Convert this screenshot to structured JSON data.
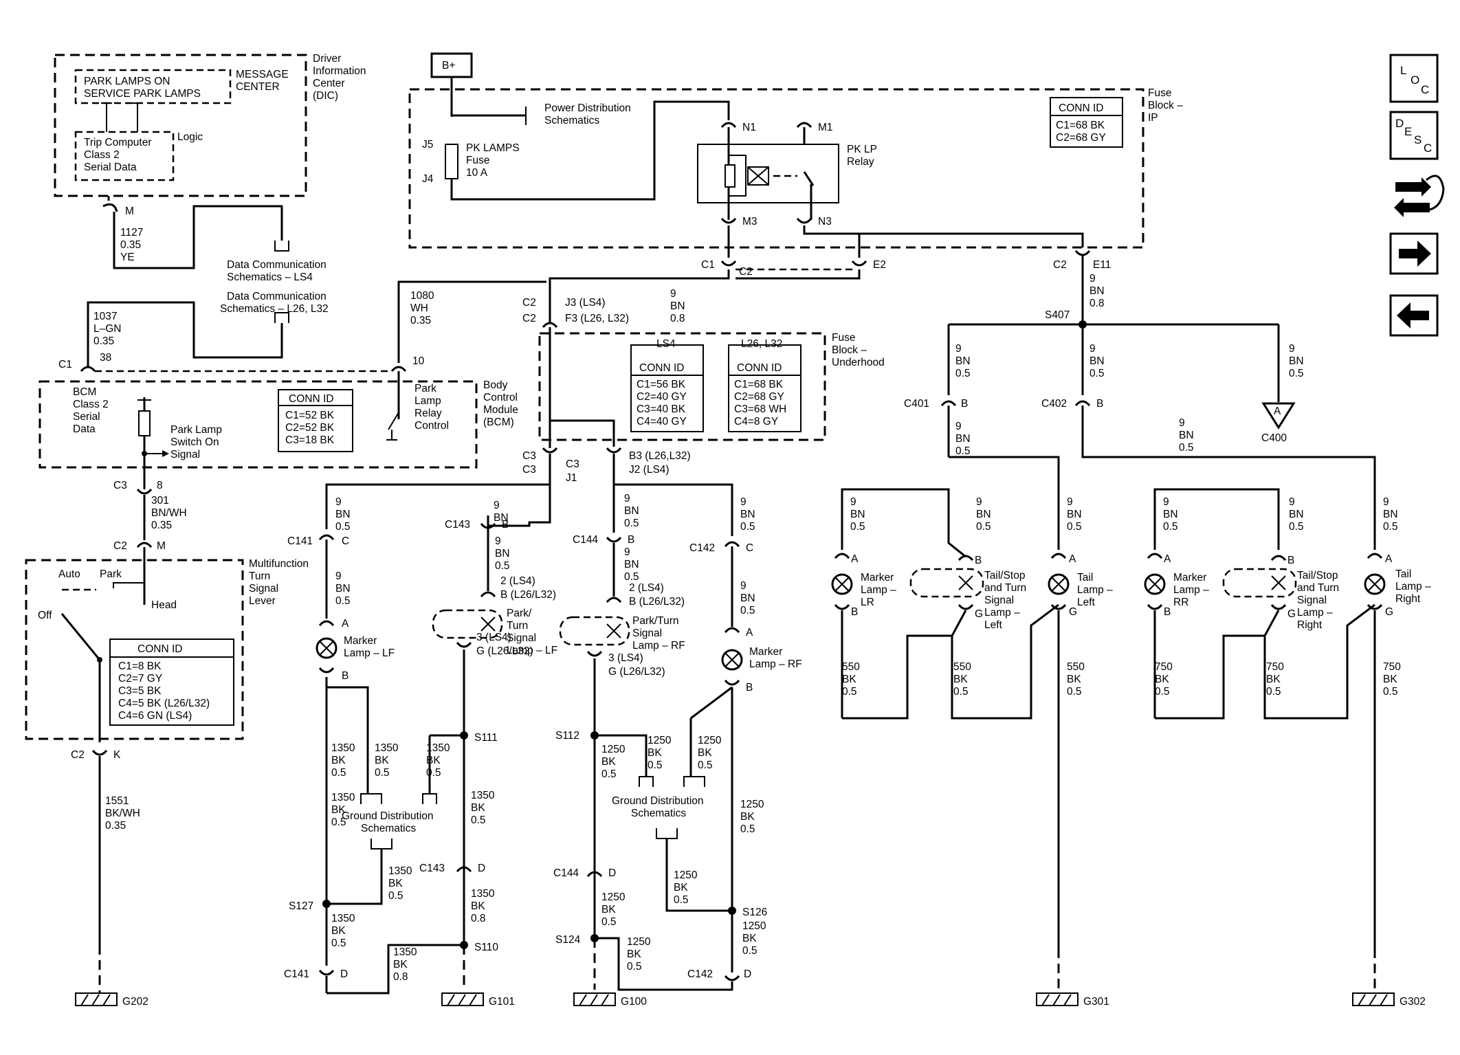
{
  "dic": {
    "title": [
      "Driver",
      "Information",
      "Center",
      "(DIC)"
    ],
    "msg": [
      "PARK LAMPS ON",
      "SERVICE PARK LAMPS"
    ],
    "msg_center": [
      "MESSAGE",
      "CENTER"
    ],
    "trip": [
      "Trip Computer",
      "Class 2",
      "Serial Data"
    ],
    "logic": "Logic",
    "pin": "M"
  },
  "w1127": [
    "1127",
    "0.35",
    "YE"
  ],
  "data_comm1": [
    "Data Communication",
    "Schematics – LS4"
  ],
  "data_comm2": [
    "Data Communication",
    "Schematics – L26, L32"
  ],
  "w1037": [
    "1037",
    "L–GN",
    "0.35"
  ],
  "w1080": [
    "1080",
    "WH",
    "0.35"
  ],
  "bcm": {
    "c1": "C1",
    "pin38": "38",
    "pin10": "10",
    "label": [
      "BCM",
      "Class 2",
      "Serial",
      "Data"
    ],
    "switch": [
      "Park Lamp",
      "Switch On",
      "Signal"
    ],
    "relay_ctl": [
      "Park",
      "Lamp",
      "Relay",
      "Control"
    ],
    "name": [
      "Body",
      "Control",
      "Module",
      "(BCM)"
    ],
    "conn_title": "CONN ID",
    "conn": [
      "C1=52 BK",
      "C2=52 BK",
      "C3=18 BK"
    ],
    "c3": "C3",
    "pin8": "8"
  },
  "w301": [
    "301",
    "BN/WH",
    "0.35"
  ],
  "mf": {
    "c2": "C2",
    "pinM": "M",
    "auto": "Auto",
    "park": "Park",
    "head": "Head",
    "off": "Off",
    "name": [
      "Multifunction",
      "Turn",
      "Signal",
      "Lever"
    ],
    "conn_title": "CONN ID",
    "conn": [
      "C1=8 BK",
      "C2=7 GY",
      "C3=5 BK",
      "C4=5 BK (L26/L32)",
      "C4=6 GN (LS4)"
    ],
    "c2k": "C2",
    "pinK": "K"
  },
  "w1551": [
    "1551",
    "BK/WH",
    "0.35"
  ],
  "g202": "G202",
  "bplus": "B+",
  "fuse_ip": {
    "pwr": [
      "Power Distribution",
      "Schematics"
    ],
    "j5": "J5",
    "j4": "J4",
    "fuse": [
      "PK LAMPS",
      "Fuse",
      "10 A"
    ],
    "n1": "N1",
    "m1": "M1",
    "m3": "M3",
    "n3": "N3",
    "relay": [
      "PK LP",
      "Relay"
    ],
    "conn_title": "CONN ID",
    "conn": [
      "C1=68 BK",
      "C2=68 GY"
    ],
    "name": [
      "Fuse",
      "Block –",
      "IP"
    ],
    "c1": "C1",
    "c2": "C2",
    "e2": "E2",
    "c2b": "C2",
    "e11": "E11"
  },
  "underhood": {
    "c2a": "C2",
    "c2b": "C2",
    "j3": "J3 (LS4)",
    "f3": "F3 (L26, L32)",
    "w9": [
      "9",
      "BN",
      "0.8"
    ],
    "ls4": "LS4",
    "l26": "L26, L32",
    "conn_title": "CONN ID",
    "conn_ls4": [
      "C1=56 BK",
      "C2=40 GY",
      "C3=40 BK",
      "C4=40 GY"
    ],
    "conn_l26": [
      "C1=68 BK",
      "C2=68 GY",
      "C3=68 WH",
      "C4=8 GY"
    ],
    "name": [
      "Fuse",
      "Block –",
      "Underhood"
    ],
    "c3a": "C3",
    "c3b": "C3",
    "c3j": "C3",
    "j1": "J1",
    "b3": "B3 (L26,L32)",
    "j2": "J2 (LS4)"
  },
  "w_e11": [
    "9",
    "BN",
    "0.8"
  ],
  "s407": "S407",
  "rear": {
    "w_c401": [
      "9",
      "BN",
      "0.5"
    ],
    "w_c402": [
      "9",
      "BN",
      "0.5"
    ],
    "w_c400": [
      "9",
      "BN",
      "0.5"
    ],
    "c401": "C401",
    "c402": "C402",
    "pinB1": "B",
    "pinB2": "B",
    "pinA": "A",
    "c400": "C400",
    "w_c401b": [
      "9",
      "BN",
      "0.5"
    ],
    "w_c402b": [
      "9",
      "BN",
      "0.5"
    ]
  },
  "front": {
    "c141": "C141",
    "c141_pin": "C",
    "c143": "C143",
    "c143_pin": "B",
    "c144": "C144",
    "c144_pin": "B",
    "c142": "C142",
    "c142_pin": "C",
    "w9": [
      "9",
      "BN",
      "0.5"
    ],
    "ls4_2": "2 (LS4)",
    "l26_b": "B (L26/L32)",
    "ls4_3": "3 (LS4)",
    "l26_g": "G (L26/L32)",
    "marker_lf": [
      "Marker",
      "Lamp – LF"
    ],
    "park_lf": [
      "Park/",
      "Turn",
      "Signal",
      "Lamp – LF"
    ],
    "park_rf": [
      "Park/Turn",
      "Signal",
      "Lamp – RF"
    ],
    "marker_rf": [
      "Marker",
      "Lamp – RF"
    ],
    "pinA": "A",
    "pinB": "B"
  },
  "gnd_left": {
    "w1350": [
      "1350",
      "BK",
      "0.5"
    ],
    "s111": "S111",
    "s127": "S127",
    "s110": "S110",
    "c143d": "C143",
    "pinD": "D",
    "c141d": "C141",
    "gds": [
      "Ground Distribution",
      "Schematics"
    ],
    "w1350_08": [
      "1350",
      "BK",
      "0.8"
    ],
    "g101": "G101"
  },
  "gnd_right": {
    "w1250": [
      "1250",
      "BK",
      "0.5"
    ],
    "s112": "S112",
    "s124": "S124",
    "s126": "S126",
    "c144d": "C144",
    "c142d": "C142",
    "pinD": "D",
    "gds": [
      "Ground Distribution",
      "Schematics"
    ],
    "g100": "G100"
  },
  "rear_left": {
    "marker": [
      "Marker",
      "Lamp –",
      "LR"
    ],
    "tail_stop": [
      "Tail/Stop",
      "and Turn",
      "Signal",
      "Lamp –",
      "Left"
    ],
    "tail": [
      "Tail",
      "Lamp –",
      "Left"
    ],
    "w550": [
      "550",
      "BK",
      "0.5"
    ],
    "g301": "G301"
  },
  "rear_right": {
    "marker": [
      "Marker",
      "Lamp –",
      "RR"
    ],
    "tail_stop": [
      "Tail/Stop",
      "and Turn",
      "Signal",
      "Lamp –",
      "Right"
    ],
    "tail": [
      "Tail",
      "Lamp –",
      "Right"
    ],
    "w750": [
      "750",
      "BK",
      "0.5"
    ],
    "g302": "G302"
  },
  "pins": {
    "A": "A",
    "B": "B",
    "G": "G"
  },
  "nav": {
    "loc": [
      "L",
      "O",
      "C"
    ],
    "desc": [
      "D",
      "E",
      "S",
      "C"
    ]
  }
}
